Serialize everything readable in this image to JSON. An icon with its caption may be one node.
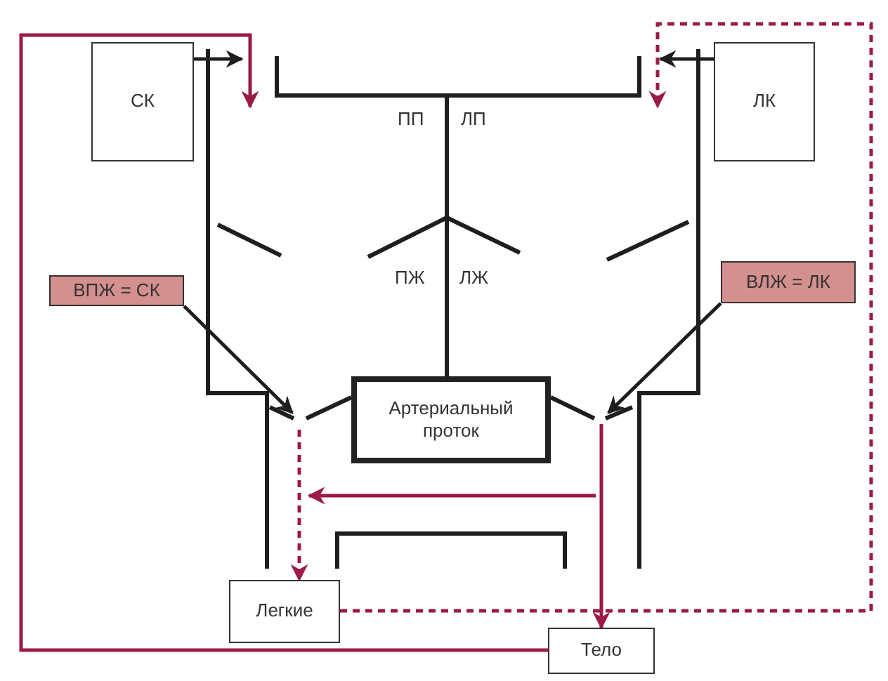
{
  "diagram": {
    "nodes": [
      {
        "text": [
          "СК"
        ]
      },
      {
        "text": [
          "ЛК"
        ]
      },
      {
        "text": [
          "ВПЖ = СК"
        ]
      },
      {
        "text": [
          "ВЛЖ = ЛК"
        ]
      },
      {
        "text": [
          "Артериальный проток"
        ]
      },
      {
        "text": [
          "Легкие"
        ]
      },
      {
        "text": [
          "Тело"
        ]
      }
    ],
    "edges": [
      {
        "from": 6,
        "to": null,
        "arrow": "to",
        "color": "#9b1b45"
      },
      {
        "from": 0,
        "to": null,
        "arrow": "to",
        "color": "#1e1e1e"
      },
      {
        "from": 1,
        "to": null,
        "arrow": "to",
        "color": "#1e1e1e"
      },
      {
        "from": 5,
        "to": null,
        "arrow": "to",
        "style": "dashed",
        "color": "#9b1b45"
      },
      {
        "from": 2,
        "to": null,
        "arrow": "to",
        "color": "#1e1e1e"
      },
      {
        "from": 3,
        "to": null,
        "arrow": "to",
        "color": "#1e1e1e"
      },
      {
        "from": null,
        "to": 6,
        "arrow": "to",
        "color": "#9b1b45"
      },
      {
        "from": null,
        "to": 5,
        "arrow": "to",
        "style": "dashed",
        "color": "#9b1b45"
      }
    ],
    "labels": [
      "ПП",
      "ЛП",
      "ПЖ",
      "ЛЖ"
    ]
  }
}
